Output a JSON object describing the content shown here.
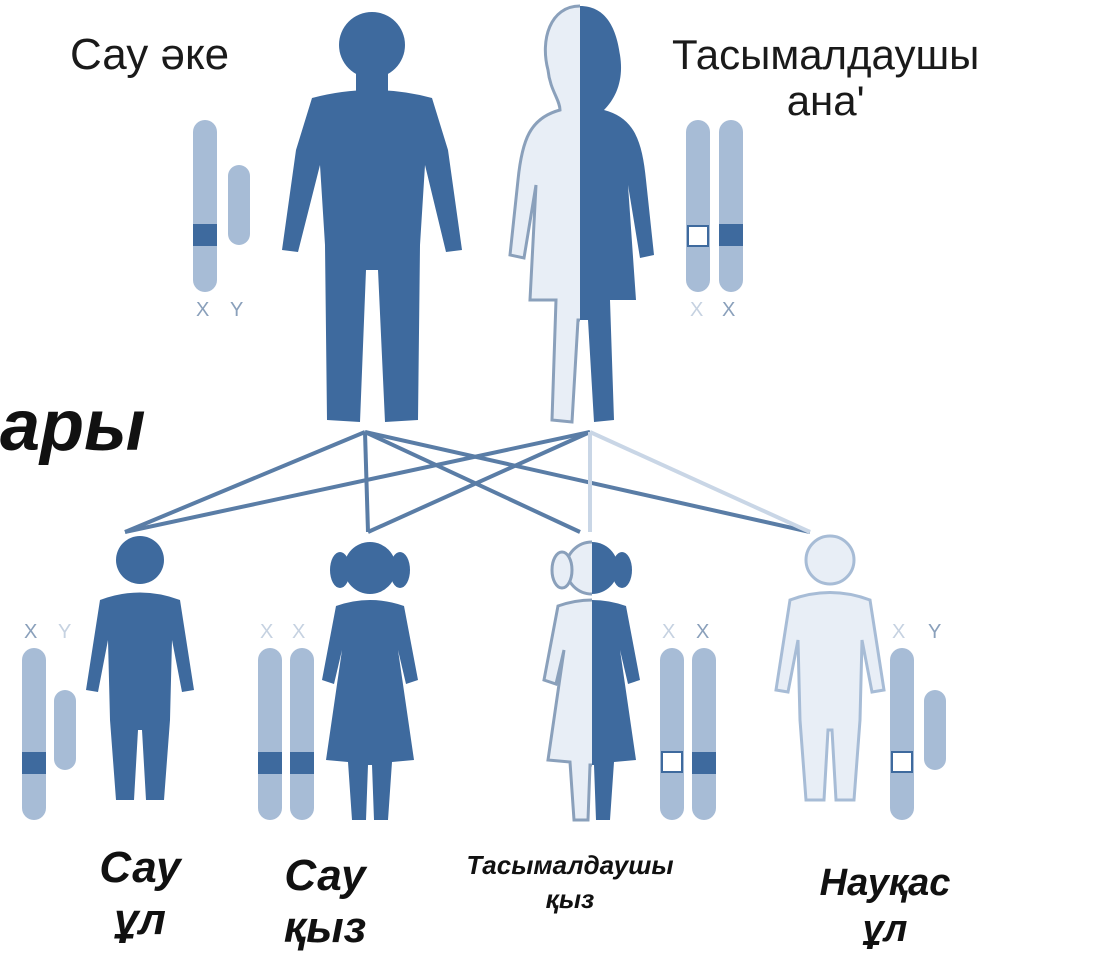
{
  "parents": {
    "father_label": "Сау әке",
    "mother_label_line1": "Тасымалдаушы",
    "mother_label_line2": "ана'"
  },
  "partial_title": "ары",
  "children": [
    {
      "line1": "Сау",
      "line2": "ұл"
    },
    {
      "line1": "Сау",
      "line2": "қыз"
    },
    {
      "line1": "Тасымалдаушы",
      "line2": "қыз"
    },
    {
      "line1": "Науқас",
      "line2": "ұл"
    }
  ],
  "chromosome_letters": {
    "x": "X",
    "y": "Y"
  },
  "colors": {
    "affected_blue": "#3e6a9e",
    "pale_blue": "#e8eef6",
    "chromosome_light": "#a7bcd6",
    "line_dark": "#5a7da6",
    "line_light": "#c9d6e6"
  }
}
